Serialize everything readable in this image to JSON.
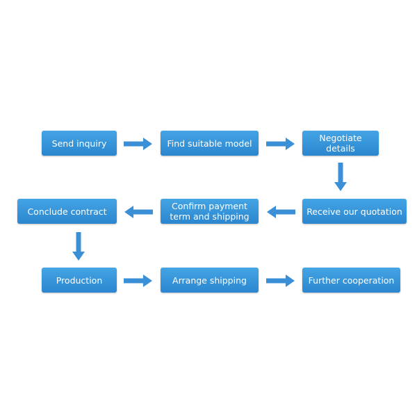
{
  "flow": {
    "steps": [
      "Send inquiry",
      "Find suitable model",
      "Negotiate details",
      "Receive our quotation",
      "Confirm payment\nterm and shipping",
      "Conclude contract",
      "Production",
      "Arrange shipping",
      "Further cooperation"
    ]
  },
  "colors": {
    "box": "#3a96db",
    "arrow": "#3a8fd6",
    "text": "#ffffff"
  },
  "icons": {
    "arrow_right": "arrow-right-icon",
    "arrow_left": "arrow-left-icon",
    "arrow_down": "arrow-down-icon"
  }
}
